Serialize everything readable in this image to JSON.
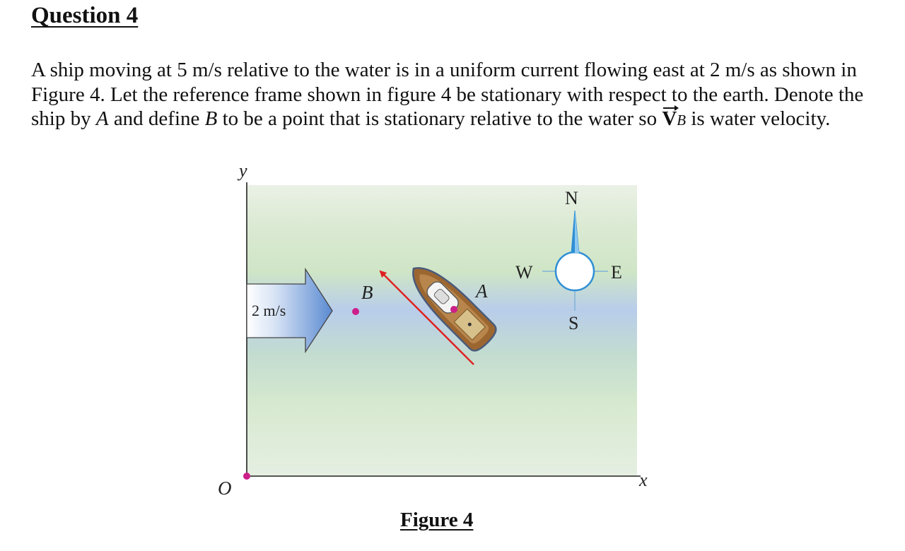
{
  "heading": "Question 4",
  "paragraph": {
    "t1": "A ship moving at 5 m/s relative to the water is in a uniform current flowing east at 2 m/s as shown in Figure 4.  Let the reference frame shown in figure 4 be stationary with respect to the earth.  Denote the ship by ",
    "ship_symbol": "A",
    "t2": " and define ",
    "point_symbol": "B",
    "t3": " to be a point that is stationary relative to the water so ",
    "vector_symbol": "V",
    "vector_subscript": "B",
    "t4": " is water velocity."
  },
  "figure": {
    "axis_y_label": "y",
    "axis_x_label": "x",
    "origin_label": "O",
    "current_speed_label": "2 m/s",
    "point_b_label": "B",
    "ship_label": "A",
    "compass": {
      "north": "N",
      "south": "S",
      "east": "E",
      "west": "W"
    },
    "caption": "Figure 4"
  },
  "colors": {
    "water_light": "#e7f0e3",
    "water_green": "#cfe6c7",
    "water_blue": "#b9cdeb",
    "current_arrow": "#5a8ad1",
    "velocity_arrow": "#e02020",
    "marker": "#cc1f8a",
    "hull": "#9c6630",
    "compass_needle": "#2f8fd6"
  }
}
